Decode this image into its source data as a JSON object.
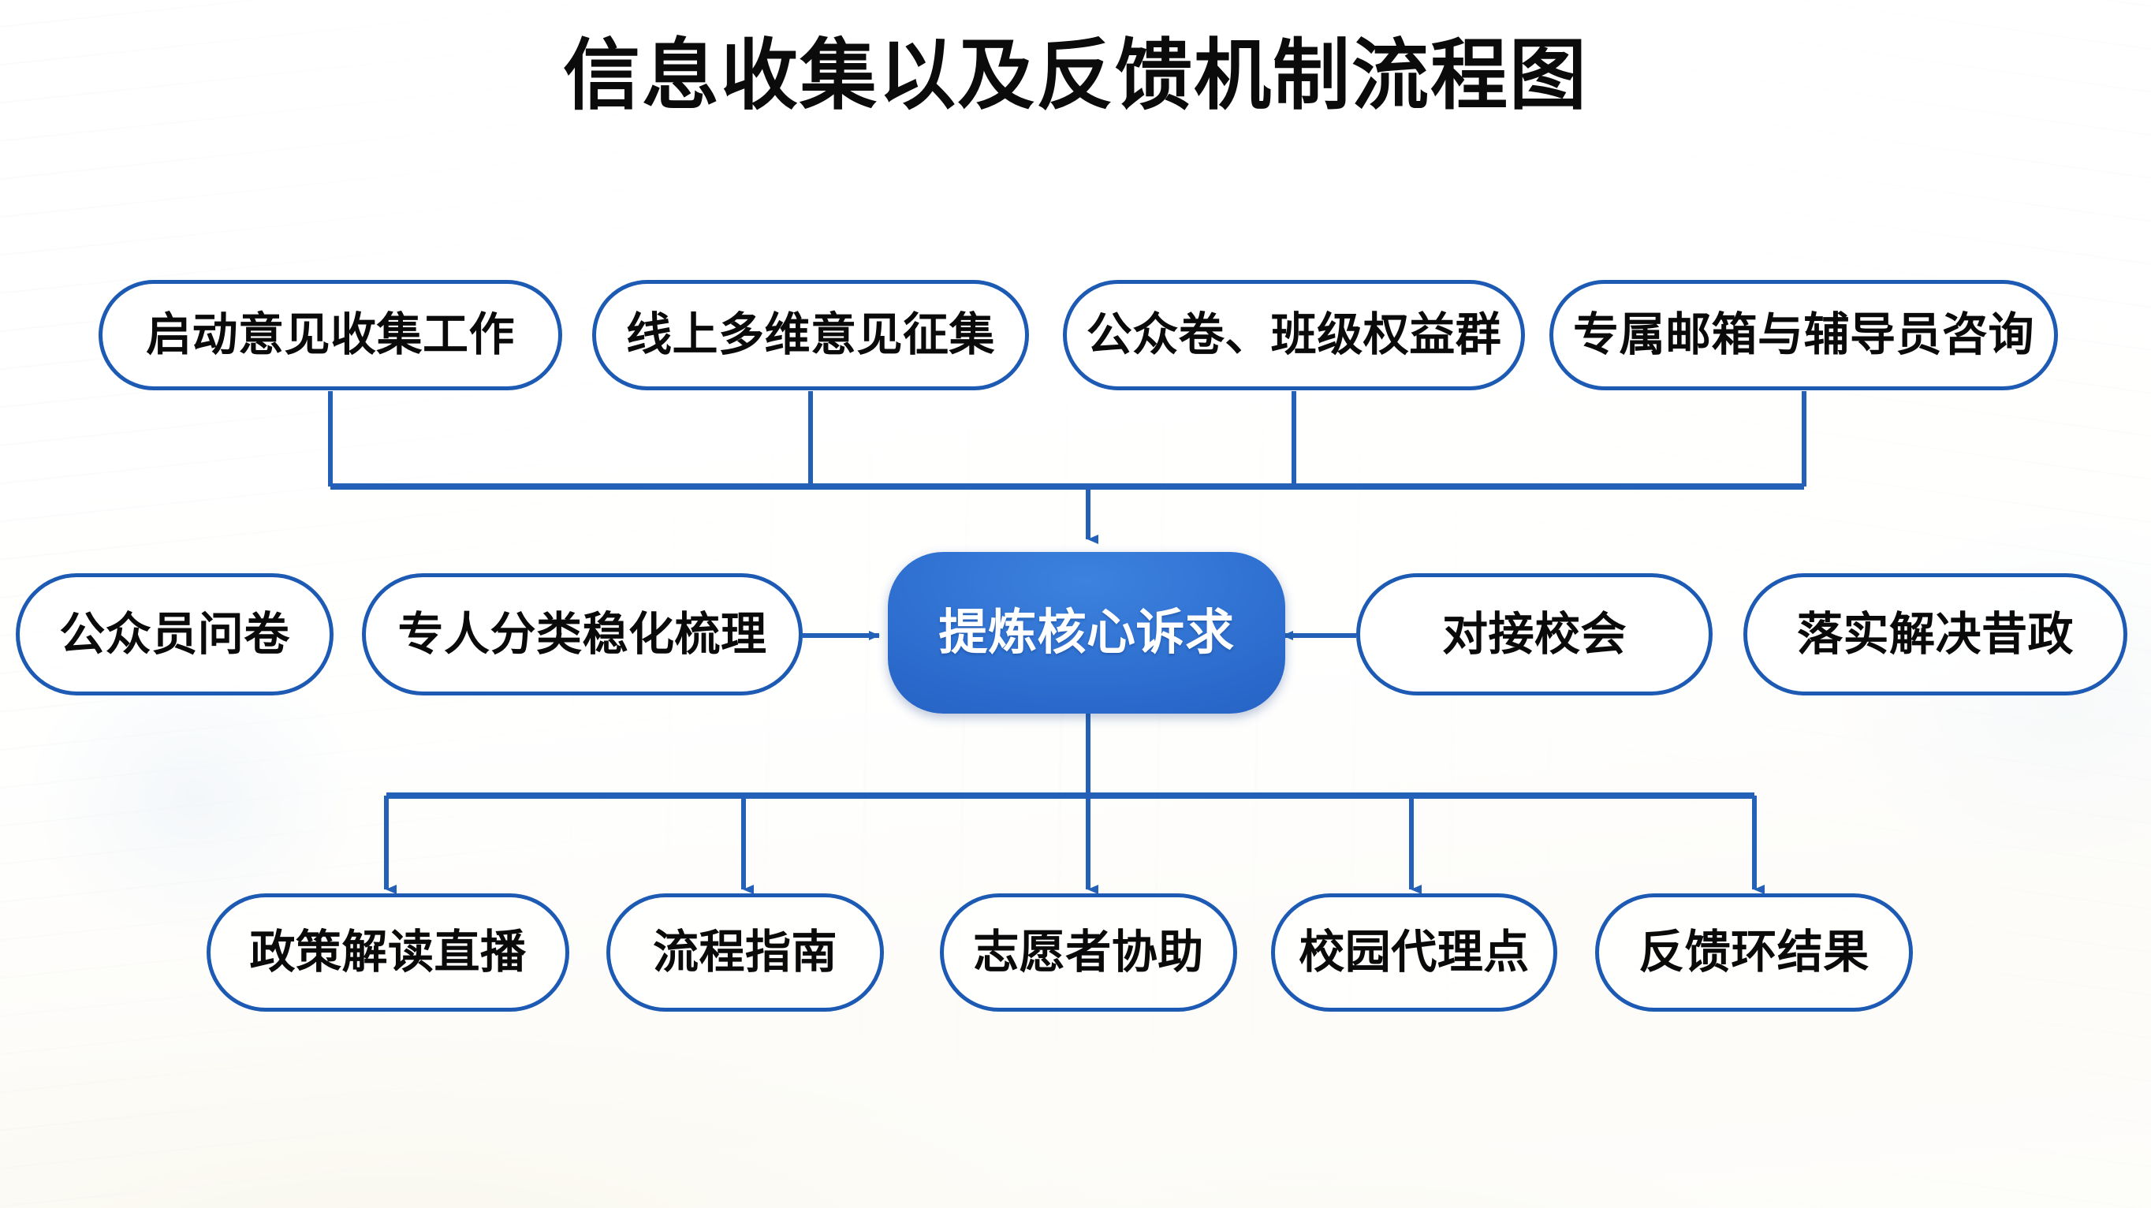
{
  "page": {
    "title": "信息收集以及反馈机制流程图"
  },
  "colors": {
    "border_blue": "#1c5ab3",
    "connector_blue": "#2361b8",
    "center_fill": "#2e6fd0",
    "title_text": "#0b0b0b",
    "node_text": "#0a0a0a",
    "center_text": "#ffffff",
    "canvas": "#fdfdfc"
  },
  "chart_data": {
    "type": "diagram",
    "title": "信息收集以及反馈机制流程图",
    "layout": "hierarchical-flowchart",
    "rows": [
      {
        "name": "inputs-row",
        "nodes": [
          "启动意见收集工作",
          "线上多维意见征集",
          "公众卷、班级权益群",
          "专属邮箱与辅导员咨询"
        ]
      },
      {
        "name": "processing-row",
        "nodes": [
          "公众员问卷",
          "专人分类稳化梳理",
          "提炼核心诉求",
          "对接校会",
          "落实解决昔政"
        ]
      },
      {
        "name": "outputs-row",
        "nodes": [
          "政策解读直播",
          "流程指南",
          "志愿者协助",
          "校园代理点",
          "反馈环结果"
        ]
      }
    ],
    "center_node": "提炼核心诉求",
    "edges": [
      {
        "from": "启动意见收集工作",
        "to": "提炼核心诉求",
        "style": "orthogonal-bus",
        "arrow": true
      },
      {
        "from": "线上多维意见征集",
        "to": "提炼核心诉求",
        "style": "orthogonal-bus",
        "arrow": true
      },
      {
        "from": "公众卷、班级权益群",
        "to": "提炼核心诉求",
        "style": "orthogonal-bus",
        "arrow": true
      },
      {
        "from": "专属邮箱与辅导员咨询",
        "to": "提炼核心诉求",
        "style": "orthogonal-bus",
        "arrow": true
      },
      {
        "from": "专人分类稳化梳理",
        "to": "提炼核心诉求",
        "style": "straight-horizontal",
        "arrow": true,
        "direction": "right"
      },
      {
        "from": "对接校会",
        "to": "提炼核心诉求",
        "style": "straight-horizontal",
        "arrow": true,
        "direction": "left"
      },
      {
        "from": "提炼核心诉求",
        "to": "政策解读直播",
        "style": "orthogonal-bus",
        "arrow": true
      },
      {
        "from": "提炼核心诉求",
        "to": "流程指南",
        "style": "orthogonal-bus",
        "arrow": true
      },
      {
        "from": "提炼核心诉求",
        "to": "志愿者协助",
        "style": "orthogonal-bus",
        "arrow": true
      },
      {
        "from": "提炼核心诉求",
        "to": "校园代理点",
        "style": "orthogonal-bus",
        "arrow": true
      },
      {
        "from": "提炼核心诉求",
        "to": "反馈环结果",
        "style": "orthogonal-bus",
        "arrow": true
      }
    ],
    "unconnected_nodes": [
      "公众员问卷",
      "落实解决昔政"
    ]
  },
  "nodes": {
    "top": [
      {
        "id": "start-collection",
        "label": "启动意见收集工作"
      },
      {
        "id": "online-multidim",
        "label": "线上多维意见征集"
      },
      {
        "id": "public-survey-group",
        "label": "公众卷、班级权益群"
      },
      {
        "id": "mailbox-counselor",
        "label": "专属邮箱与辅导员咨询"
      }
    ],
    "middle_left": [
      {
        "id": "public-questionnaire",
        "label": "公众员问卷"
      },
      {
        "id": "classified-sorting",
        "label": "专人分类稳化梳理"
      }
    ],
    "center": {
      "id": "core-demands",
      "label": "提炼核心诉求"
    },
    "middle_right": [
      {
        "id": "liaison-student-union",
        "label": "对接校会"
      },
      {
        "id": "implement-resolution",
        "label": "落实解决昔政"
      }
    ],
    "bottom": [
      {
        "id": "policy-livestream",
        "label": "政策解读直播"
      },
      {
        "id": "process-guide",
        "label": "流程指南"
      },
      {
        "id": "volunteer-assist",
        "label": "志愿者协助"
      },
      {
        "id": "campus-agent-point",
        "label": "校园代理点"
      },
      {
        "id": "feedback-loop-result",
        "label": "反馈环结果"
      }
    ]
  }
}
